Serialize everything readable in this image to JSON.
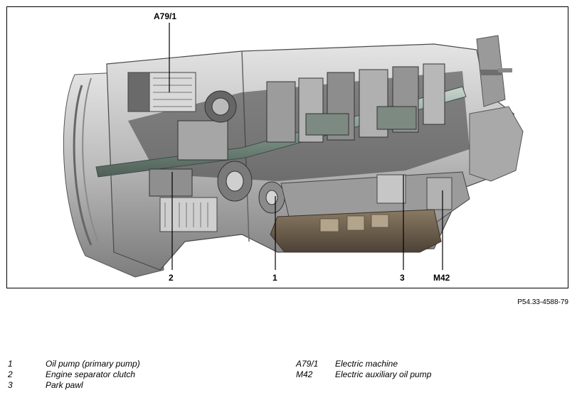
{
  "figure": {
    "reference_code": "P54.33-4588-79",
    "callouts": {
      "a79": "A79/1",
      "c2": "2",
      "c1": "1",
      "c3": "3",
      "m42": "M42"
    }
  },
  "legend": {
    "left": [
      {
        "key": "1",
        "desc": "Oil pump (primary pump)"
      },
      {
        "key": "2",
        "desc": "Engine separator clutch"
      },
      {
        "key": "3",
        "desc": "Park pawl"
      }
    ],
    "right": [
      {
        "key": "A79/1",
        "desc": "Electric machine"
      },
      {
        "key": "M42",
        "desc": "Electric auxiliary oil pump"
      }
    ]
  }
}
